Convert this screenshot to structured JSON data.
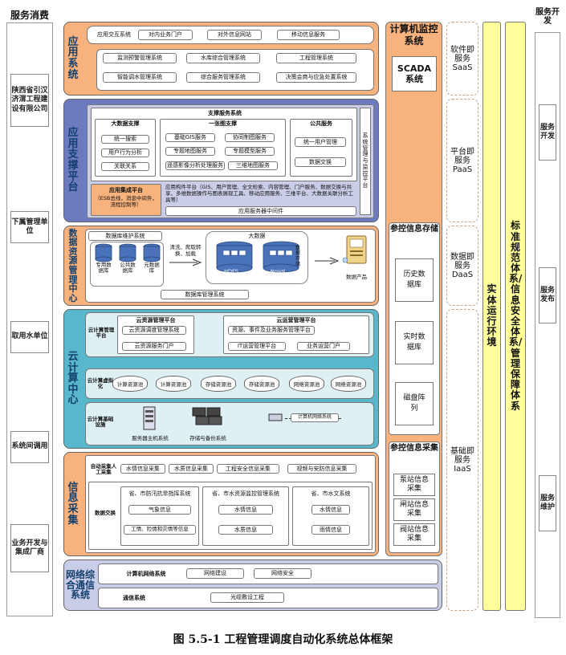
{
  "left_col": {
    "header": "服务消费",
    "items": [
      "陕西省引汉济渭工程建设有限公司",
      "下属管理单位",
      "取用水单位",
      "系统间调用",
      "业务开发与集成厂商"
    ]
  },
  "right_col": {
    "header": "服务开发",
    "items": [
      "服务开发",
      "服务发布",
      "服务维护"
    ]
  },
  "rows": {
    "app_system": {
      "label": "应用系统",
      "interaction_label": "应用交互系统",
      "portals": [
        "对内业务门户",
        "对外信息网站",
        "移动信息服务"
      ],
      "systems": [
        "监测预警管理系统",
        "水库综合管理系统",
        "工程管理系统",
        "智能调水管理系统",
        "综合服务管理系统",
        "决策会商与应急处置系统"
      ]
    },
    "app_support": {
      "label": "应用支撑平台",
      "title": "支撑服务系统",
      "bigdata_title": "大数据支撑",
      "bigdata_items": [
        "统一搜索",
        "用户行为分析",
        "关联关系"
      ],
      "gis_title": "一张图支撑",
      "gis_items": [
        "基础GIS服务",
        "协同制图服务",
        "专题地图服务",
        "专题模型服务",
        "遥感影像分析处理服务",
        "三维地图服务"
      ],
      "public_title": "公共服务",
      "public_items": [
        "统一用户管理",
        "数据交换"
      ],
      "side_label": "系统管理与监控平台",
      "integration_title": "应用集成平台",
      "integration_text": "（ESB总线，消息中间件，流程控制等）",
      "component_text": "应用构件平台（GIS、用户管理、全文检索、内容管理、门户服务、数据交换与共享、多维数据操作与图表展现工具、移动应用服务、三维平台、大数据关联分析工具等）",
      "middleware": "应用服务器中间件"
    },
    "data_center": {
      "label": "数据资源管理中心",
      "maint_label": "数据库维护系统",
      "dbs": [
        "专用数据库",
        "公共数据库",
        "元数据库"
      ],
      "etl": "清洗、爬取转换、加载",
      "bigdata_label": "大数据",
      "hdfs": "HDFS",
      "nosql": "Nosql",
      "storage_label": "数据存储",
      "product_label": "数据产品",
      "mgmt": "数据库管理系统"
    },
    "cloud": {
      "label": "云计算中心",
      "mgmt_label": "云计算管理平台",
      "res_title": "云资源管理平台",
      "res_items": [
        "云资源调度管理系统",
        "云资源服务门户"
      ],
      "ops_title": "云运营管理平台",
      "ops_items": [
        "资源、事件及业务服务管理平台",
        "IT运营管理平台",
        "业务运营门户"
      ],
      "virt_label": "云计算虚拟化",
      "pools": [
        "计算资源池",
        "计算资源池",
        "存储资源池",
        "存储资源池",
        "网络资源池",
        "网络资源池"
      ],
      "infra_label": "云计算基础设施",
      "server": "服务器主机系统",
      "storage": "存储与备份系统",
      "network": "计算机网络系统"
    },
    "info": {
      "label": "信息采集",
      "auto_label": "自动采集人工采集",
      "auto_items": [
        "水情信息采集",
        "水质信息采集",
        "工程安全信息采集",
        "视频与安防信息采集"
      ],
      "exchange_label": "数据交换",
      "groups": [
        {
          "title": "省、市防汛抗旱指挥系统",
          "items": [
            "气象信息",
            "工情、险情和灾情等信息"
          ]
        },
        {
          "title": "省、市水资源监控管理系统",
          "items": [
            "水情信息",
            "水质信息"
          ]
        },
        {
          "title": "省、市水文系统",
          "items": [
            "水情信息",
            "雨情信息"
          ]
        }
      ]
    },
    "network": {
      "label": "网络综合通信系统",
      "net_label": "计算机网络系统",
      "net_items": [
        "网络建设",
        "网络安全"
      ],
      "comm_label": "通信系统",
      "comm_item": "光缆敷设工程"
    }
  },
  "monitor": {
    "title": "计算机监控系统",
    "scada": "SCADA系统",
    "storage_title": "参控信息存储",
    "storage_items": [
      "历史数据库",
      "实时数据库",
      "磁盘阵列"
    ],
    "acq_title": "参控信息采集",
    "acq_items": [
      "泵站信息采集",
      "闸站信息采集",
      "阀站信息采集"
    ]
  },
  "services": [
    "软件即服务SaaS",
    "平台即服务PaaS",
    "数据即服务DaaS",
    "基础即服务IaaS"
  ],
  "runtime": "实体运行环境",
  "standards": "标准规范体系/信息安全体系/管理保障体系",
  "caption": "图 5.5-1 工程管理调度自动化系统总体框架"
}
